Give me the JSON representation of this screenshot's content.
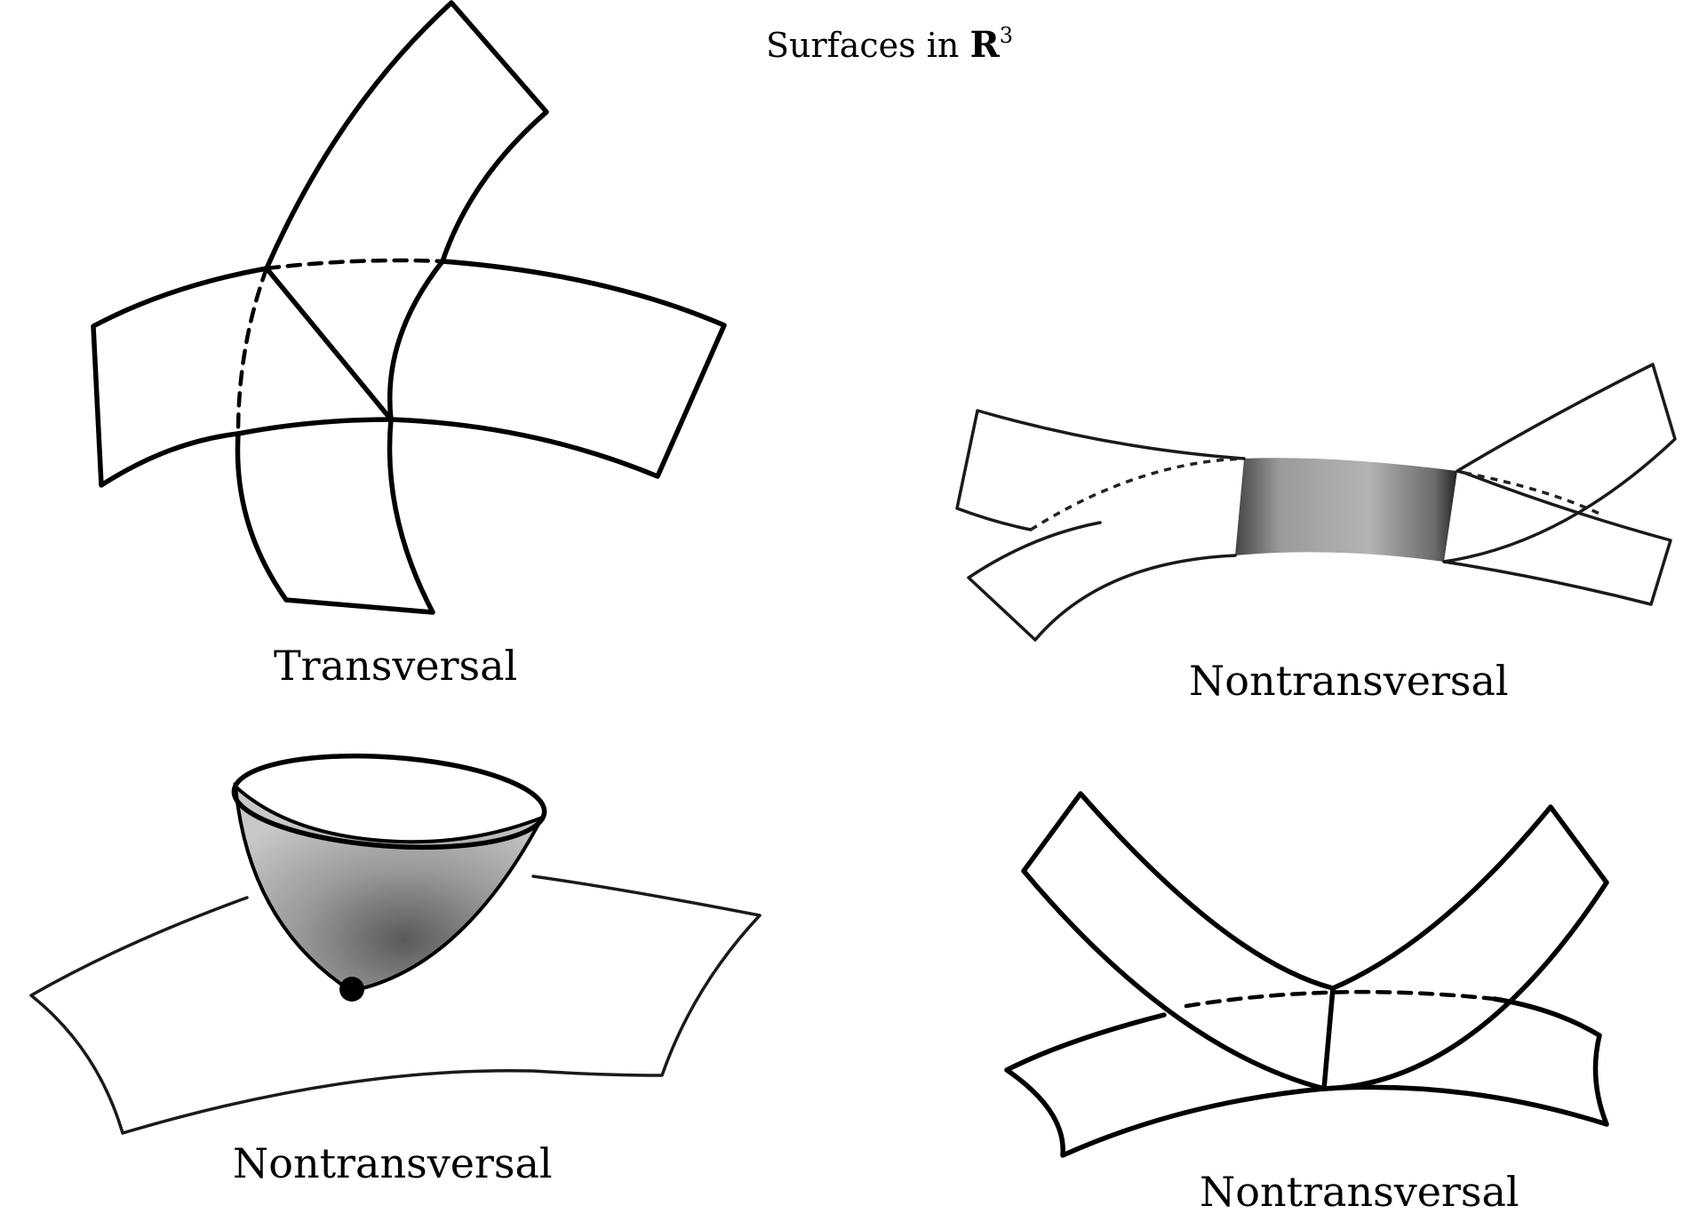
{
  "title": {
    "prefix": "Surfaces in ",
    "space": "R",
    "superscript": "3"
  },
  "panels": [
    {
      "id": "top-left",
      "caption": "Transversal"
    },
    {
      "id": "top-right",
      "caption": "Nontransversal"
    },
    {
      "id": "bottom-left",
      "caption": "Nontransversal"
    },
    {
      "id": "bottom-right",
      "caption": "Nontransversal"
    }
  ]
}
